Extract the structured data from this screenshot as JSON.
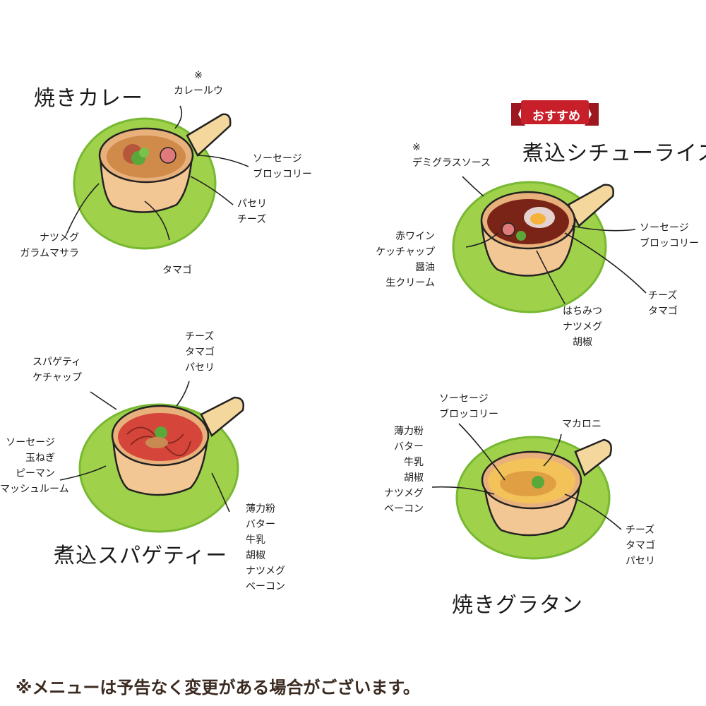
{
  "dishes": {
    "yaki_curry": {
      "title": "焼きカレー",
      "labels": {
        "top": "※\nカレールウ",
        "right_top": "ソーセージ\nブロッコリー",
        "right_mid": "パセリ\nチーズ",
        "left": "ナツメグ\nガラムマサラ",
        "bottom": "タマゴ"
      }
    },
    "stew_rice": {
      "title": "煮込シチューライス",
      "badge": "おすすめ",
      "labels": {
        "top": "※\nデミグラスソース",
        "left": "赤ワイン\nケッチャップ\n醤油\n生クリーム",
        "right_top": "ソーセージ\nブロッコリー",
        "right_bottom": "チーズ\nタマゴ",
        "bottom": "はちみつ\nナツメグ\n胡椒"
      }
    },
    "spaghetti": {
      "title": "煮込スパゲティー",
      "labels": {
        "top_left": "スパゲティ\nケチャップ",
        "top": "チーズ\nタマゴ\nパセリ",
        "left": "ソーセージ\n玉ねぎ\nピーマン\nマッシュルーム",
        "right": "薄力粉\nバター\n牛乳\n胡椒\nナツメグ\nベーコン"
      }
    },
    "gratin": {
      "title": "焼きグラタン",
      "labels": {
        "top": "ソーセージ\nブロッコリー",
        "top_right": "マカロニ",
        "left": "薄力粉\nバター\n牛乳\n胡椒\nナツメグ\nベーコン",
        "right": "チーズ\nタマゴ\nパセリ"
      }
    }
  },
  "footer_note": "※メニューは予告なく変更がある場合がございます。",
  "colors": {
    "plate": "#9fd24a",
    "plate_dark": "#78b832",
    "pan": "#f2c793",
    "pan_dark": "#d99e65",
    "handle": "#f4d79c",
    "badge": "#c8202a"
  }
}
